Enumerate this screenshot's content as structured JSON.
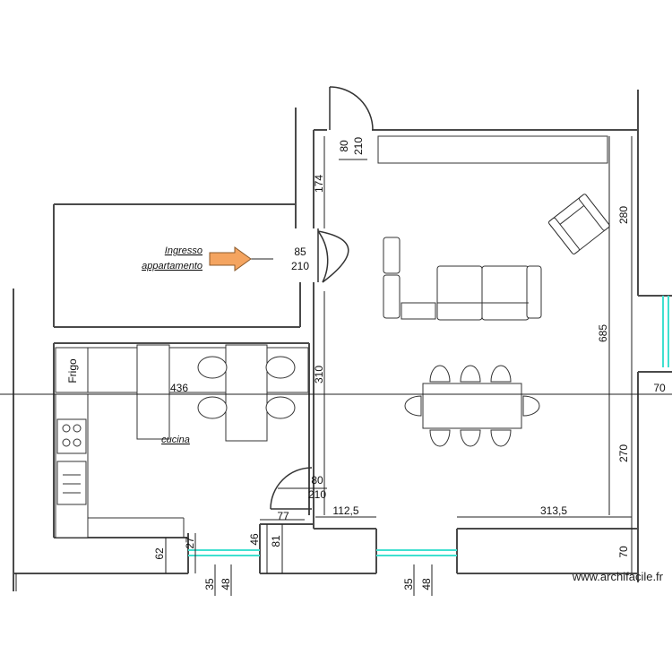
{
  "labels": {
    "entrance_line1": "Ingresso",
    "entrance_line2": "appartamento",
    "fridge": "Frigo",
    "kitchen": "cucina",
    "watermark": "www.archifacile.fr"
  },
  "doors": {
    "top_door_width": "80",
    "top_door_height": "210",
    "entrance_door_width": "85",
    "entrance_door_height": "210",
    "kitchen_door_width": "80",
    "kitchen_door_height": "210"
  },
  "dimensions": {
    "left_wall_top": "174",
    "left_wall_mid": "310",
    "right_wall_top": "280",
    "right_wall_total": "685",
    "right_wall_low": "270",
    "right_wall_bottom": "70",
    "right_window_offset": "70",
    "kitchen_length": "436",
    "bottom_left_segment": "112,5",
    "bottom_right_segment": "313,5",
    "bottom_wall_77": "77",
    "bottom_81": "81",
    "bottom_46": "46",
    "bottom_27": "27",
    "bottom_62": "62",
    "bottom_left_35": "35",
    "bottom_left_48": "48",
    "bottom_mid_35": "35",
    "bottom_mid_48": "48"
  },
  "colors": {
    "wall": "#4a4a4a",
    "arrow_fill": "#f4a460",
    "window": "#40e0d0"
  }
}
